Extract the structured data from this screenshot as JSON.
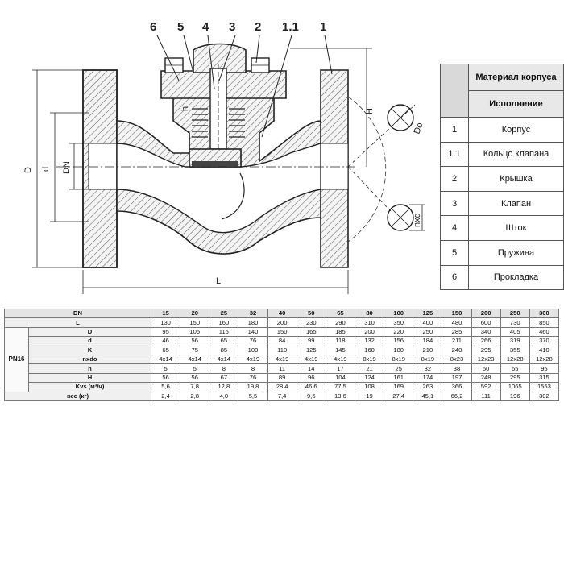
{
  "drawing": {
    "callouts": [
      "6",
      "5",
      "4",
      "3",
      "2",
      "1.1",
      "1"
    ],
    "dimensions": {
      "D": "D",
      "d": "d",
      "DN": "DN",
      "L": "L",
      "H": "H",
      "h": "h",
      "Do": "Do",
      "nxd": "nxd"
    }
  },
  "parts_table": {
    "header_material": "Материал корпуса",
    "header_execution": "Исполнение",
    "rows": [
      {
        "num": "1",
        "name": "Корпус"
      },
      {
        "num": "1.1",
        "name": "Кольцо клапана"
      },
      {
        "num": "2",
        "name": "Крышка"
      },
      {
        "num": "3",
        "name": "Клапан"
      },
      {
        "num": "4",
        "name": "Шток"
      },
      {
        "num": "5",
        "name": "Пружина"
      },
      {
        "num": "6",
        "name": "Прокладка"
      }
    ]
  },
  "spec_table": {
    "group_label": "PN16",
    "header_label": "DN",
    "dn": [
      "15",
      "20",
      "25",
      "32",
      "40",
      "50",
      "65",
      "80",
      "100",
      "125",
      "150",
      "200",
      "250",
      "300"
    ],
    "rows": [
      {
        "label": "L",
        "values": [
          "130",
          "150",
          "160",
          "180",
          "200",
          "230",
          "290",
          "310",
          "350",
          "400",
          "480",
          "600",
          "730",
          "850"
        ]
      },
      {
        "label": "D",
        "values": [
          "95",
          "105",
          "115",
          "140",
          "150",
          "165",
          "185",
          "200",
          "220",
          "250",
          "285",
          "340",
          "405",
          "460"
        ]
      },
      {
        "label": "d",
        "values": [
          "46",
          "56",
          "65",
          "76",
          "84",
          "99",
          "118",
          "132",
          "156",
          "184",
          "211",
          "266",
          "319",
          "370"
        ]
      },
      {
        "label": "K",
        "values": [
          "65",
          "75",
          "85",
          "100",
          "110",
          "125",
          "145",
          "160",
          "180",
          "210",
          "240",
          "295",
          "355",
          "410"
        ]
      },
      {
        "label": "nxdo",
        "values": [
          "4x14",
          "4x14",
          "4x14",
          "4x19",
          "4x19",
          "4x19",
          "4x19",
          "8x19",
          "8x19",
          "8x19",
          "8x23",
          "12x23",
          "12x28",
          "12x28"
        ]
      },
      {
        "label": "h",
        "values": [
          "5",
          "5",
          "8",
          "8",
          "11",
          "14",
          "17",
          "21",
          "25",
          "32",
          "38",
          "50",
          "65",
          "95"
        ]
      },
      {
        "label": "H",
        "values": [
          "56",
          "56",
          "67",
          "76",
          "89",
          "96",
          "104",
          "124",
          "161",
          "174",
          "197",
          "248",
          "295",
          "315"
        ]
      },
      {
        "label": "Kvs (м³/ч)",
        "values": [
          "5,6",
          "7,8",
          "12,8",
          "19,8",
          "28,4",
          "46,6",
          "77,5",
          "108",
          "169",
          "263",
          "366",
          "592",
          "1065",
          "1553"
        ]
      },
      {
        "label": "вес (кг)",
        "values": [
          "2,4",
          "2,8",
          "4,0",
          "5,5",
          "7,4",
          "9,5",
          "13,6",
          "19",
          "27,4",
          "45,1",
          "66,2",
          "111",
          "196",
          "302"
        ]
      }
    ]
  }
}
